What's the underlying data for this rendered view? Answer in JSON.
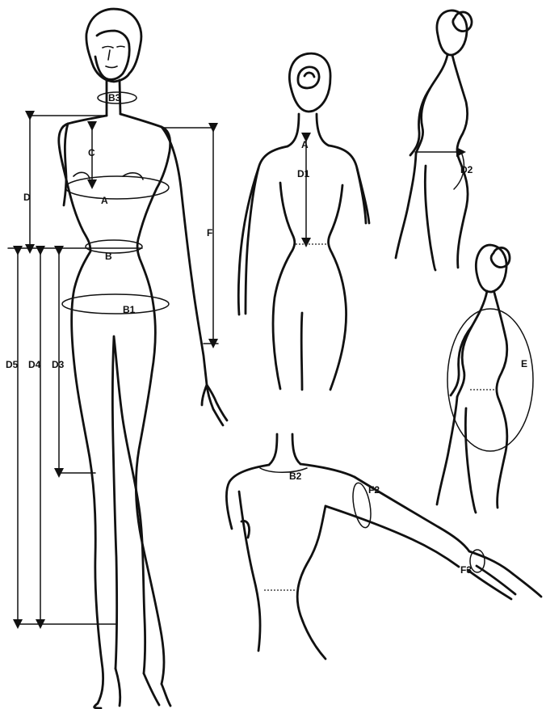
{
  "diagram": {
    "labels": {
      "b3": "B3",
      "c": "C",
      "d": "D",
      "a_front": "A",
      "b": "B",
      "b1": "B1",
      "f": "F",
      "d5": "D5",
      "d4": "D4",
      "d3": "D3",
      "a_back": "A",
      "d1": "D1",
      "d2": "D2",
      "e": "E",
      "b2": "B2",
      "f2": "F2",
      "f3": "F3"
    }
  }
}
